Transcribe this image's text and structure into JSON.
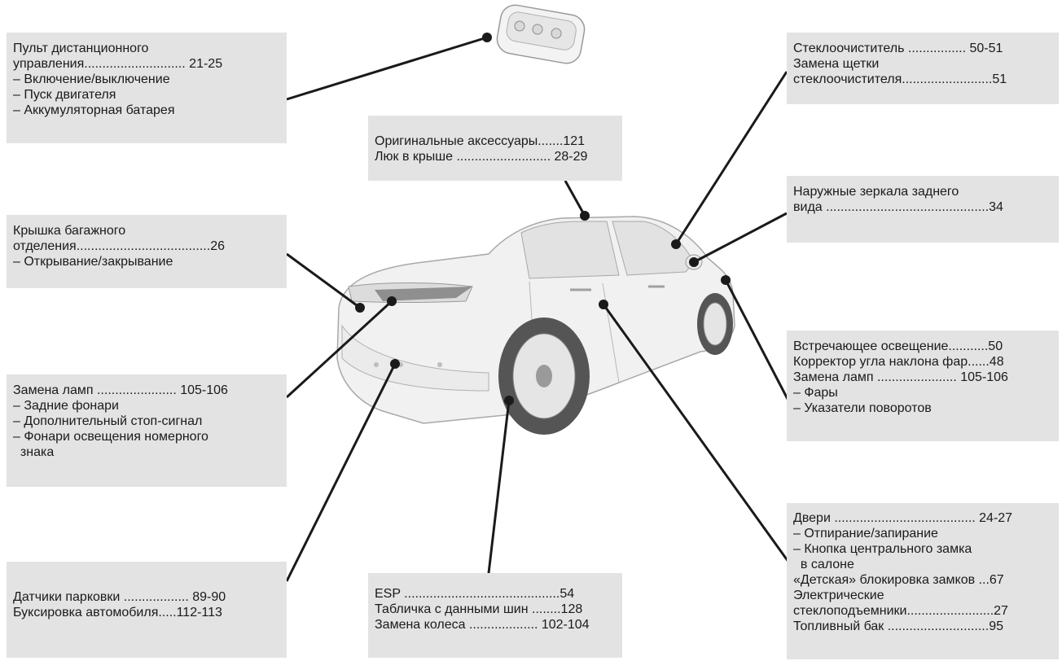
{
  "callouts": {
    "remote": [
      "Пульт дистанционного",
      "управления............................ 21-25",
      "– Включение/выключение",
      "– Пуск двигателя",
      "– Аккумуляторная батарея"
    ],
    "accessories": [
      "Оригинальные аксессуары.......121",
      "Люк в крыше .......................... 28-29"
    ],
    "wiper": [
      "Стеклоочиститель ................ 50-51",
      "Замена щетки",
      "стеклоочистителя.........................51"
    ],
    "mirrors": [
      "Наружные зеркала заднего",
      "вида .............................................34"
    ],
    "trunk": [
      "Крышка багажного",
      "отделения.....................................26",
      "– Открывание/закрывание"
    ],
    "rear_lamps": [
      "Замена ламп ...................... 105-106",
      "– Задние фонари",
      "– Дополнительный стоп-сигнал",
      "– Фонари освещения номерного",
      "  знака"
    ],
    "lighting": [
      "Встречающее освещение...........50",
      "Корректор угла наклона фар......48",
      "Замена ламп ...................... 105-106",
      "– Фары",
      "– Указатели поворотов"
    ],
    "parking": [
      "Датчики парковки .................. 89-90",
      "Буксировка автомобиля.....112-113"
    ],
    "esp": [
      "ESP ...........................................54",
      "Табличка с данными шин ........128",
      "Замена колеса ................... 102-104"
    ],
    "doors": [
      "Двери ....................................... 24-27",
      "– Отпирание/запирание",
      "– Кнопка центрального замка",
      "  в салоне",
      "«Детская» блокировка замков ...67",
      "Электрические",
      "стеклоподъемники........................27",
      "Топливный бак ............................95"
    ]
  }
}
